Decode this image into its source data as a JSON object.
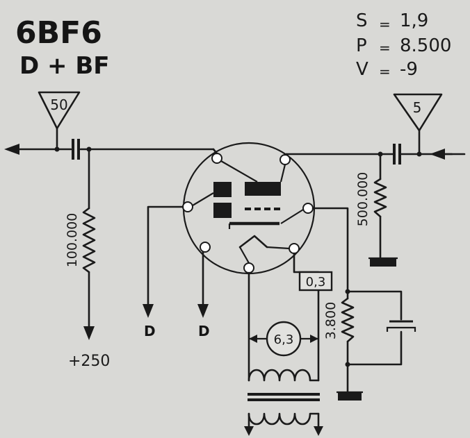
{
  "tube": {
    "type": "6BF6",
    "function": "D + BF"
  },
  "params": [
    {
      "sym": "S",
      "eq": "=",
      "val": "1,9"
    },
    {
      "sym": "P",
      "eq": "=",
      "val": "8.500"
    },
    {
      "sym": "V",
      "eq": "=",
      "val": "-9"
    }
  ],
  "input_gain": "50",
  "output_gain": "5",
  "resistors": {
    "plate_load": "100.000",
    "grid_leak": "500.000",
    "cathode": "3.800"
  },
  "supply": "+250",
  "diode_outputs": [
    "D",
    "D"
  ],
  "heater_current": "0,3",
  "heater_voltage": "6,3",
  "colors": {
    "ink": "#1a1a1a",
    "paper": "#d9d9d6"
  }
}
